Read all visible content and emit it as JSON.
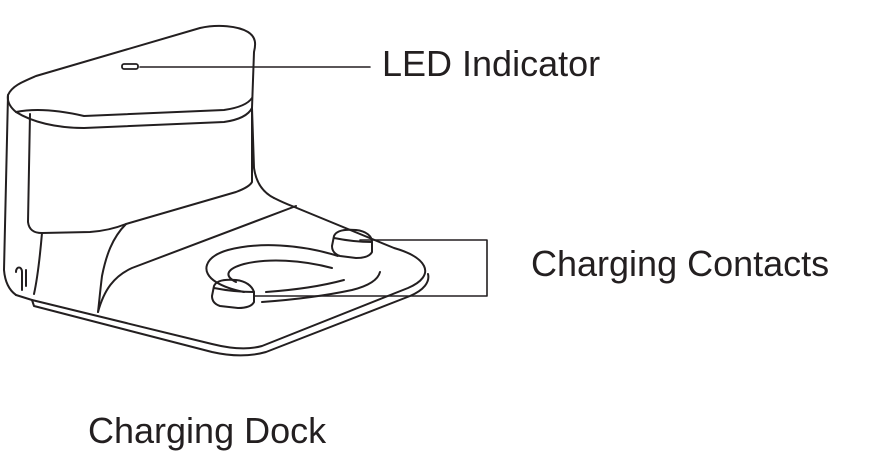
{
  "callouts": {
    "led_indicator": "LED Indicator",
    "charging_contacts": "Charging Contacts"
  },
  "caption": "Charging Dock",
  "colors": {
    "line": "#231f20",
    "background": "#ffffff"
  }
}
